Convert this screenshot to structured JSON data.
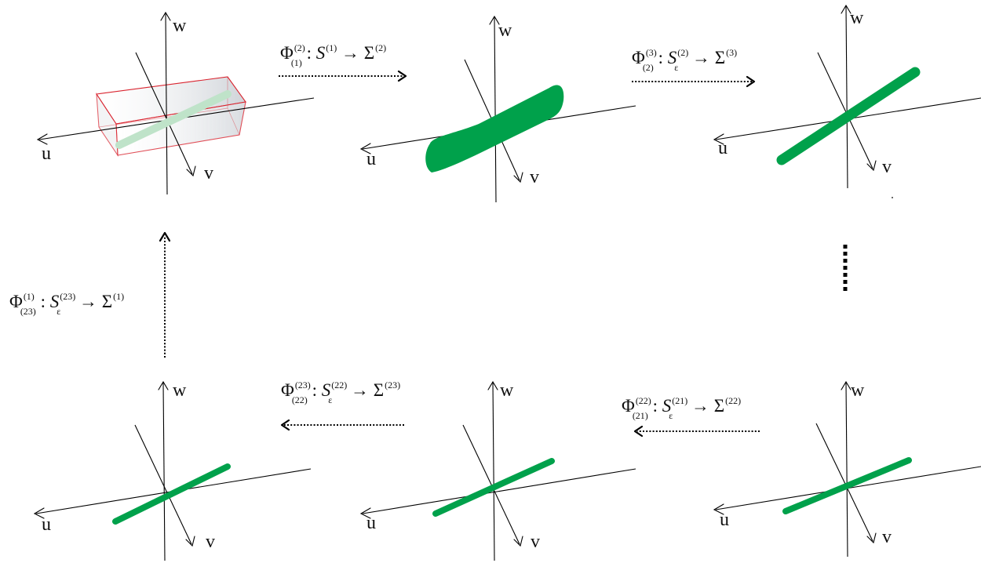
{
  "axis_labels": {
    "u": "u",
    "v": "v",
    "w": "w"
  },
  "maps": [
    {
      "id": "map-1-2",
      "phi_sup": "(2)",
      "phi_sub": "(1)",
      "s_sup": "(1)",
      "s_sub": "",
      "sigma_sup": "(2)"
    },
    {
      "id": "map-2-3",
      "phi_sup": "(3)",
      "phi_sub": "(2)",
      "s_sup": "(2)",
      "s_sub": "ε",
      "sigma_sup": "(3)"
    },
    {
      "id": "map-23-1",
      "phi_sup": "(1)",
      "phi_sub": "(23)",
      "s_sup": "(23)",
      "s_sub": "ε",
      "sigma_sup": "(1)"
    },
    {
      "id": "map-22-23",
      "phi_sup": "(23)",
      "phi_sub": "(22)",
      "s_sup": "(22)",
      "s_sub": "ε",
      "sigma_sup": "(23)"
    },
    {
      "id": "map-21-22",
      "phi_sup": "(22)",
      "phi_sub": "(21)",
      "s_sup": "(21)",
      "s_sub": "ε",
      "sigma_sup": "(22)"
    }
  ],
  "symbols": {
    "phi": "Φ",
    "colon": ":",
    "s": "S",
    "arrow": "→",
    "sigma": "Σ"
  },
  "colors": {
    "segment": "#00a14b",
    "segment_faded": "#bfe3c9",
    "box_edge": "#d9232e",
    "box_fill": "#d7dbe0",
    "axes": "#000000"
  }
}
